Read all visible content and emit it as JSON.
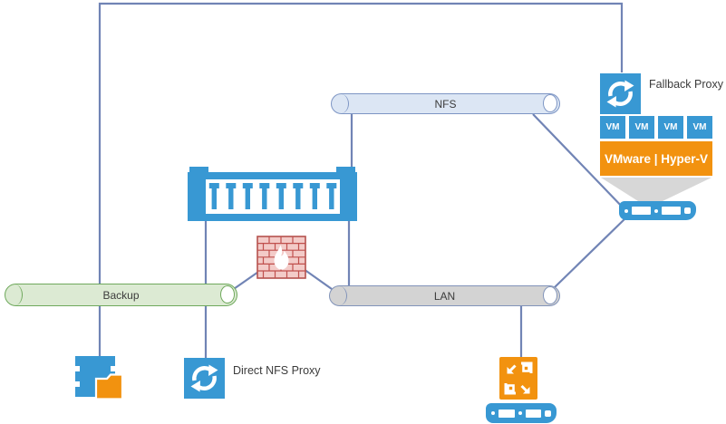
{
  "diagram_type": "backup-infrastructure-network-diagram",
  "colors": {
    "accent_blue": "#3898d3",
    "accent_orange": "#f2920f",
    "connector_line": "#7184b5",
    "nfs_pipe_fill": "#dce6f4",
    "nfs_pipe_border": "#7d95c4",
    "backup_pipe_fill": "#dcead3",
    "backup_pipe_border": "#6fa95c",
    "lan_pipe_fill": "#d3d3d3",
    "firewall_fill": "#f3cbc8",
    "firewall_brick": "#c0504d",
    "funnel_fill": "#d7d7d7",
    "label_text": "#3b3b3b"
  },
  "pipes": {
    "nfs": {
      "label": "NFS"
    },
    "backup": {
      "label": "Backup"
    },
    "lan": {
      "label": "LAN"
    }
  },
  "nodes": {
    "fallback_proxy": {
      "label": "Fallback Proxy",
      "icon": "sync-arrows-icon"
    },
    "direct_nfs_proxy": {
      "label": "Direct NFS Proxy",
      "icon": "sync-arrows-icon"
    },
    "hypervisor_cluster": {
      "vms": [
        "VM",
        "VM",
        "VM",
        "VM"
      ],
      "banner": "VMware | Hyper-V"
    },
    "esxi_host": {
      "icon": "server-icon"
    },
    "nas_storage_array": {
      "icon": "storage-array-icon"
    },
    "firewall": {
      "icon": "firewall-icon"
    },
    "backup_repository": {
      "icon": "repository-folder-icon"
    },
    "backup_server": {
      "icon": "backup-server-icon"
    },
    "lan_host": {
      "icon": "server-icon"
    }
  },
  "connections": [
    "Backup pipe -> Fallback Proxy (routed over top edge)",
    "Backup pipe -> backup repository",
    "NAS storage array -> Direct NFS Proxy (crosses Backup pipe)",
    "NFS pipe -> NAS storage array",
    "NAS storage array -> LAN pipe",
    "Backup pipe end -> firewall",
    "firewall -> LAN pipe end",
    "NFS pipe end -> ESXi host server",
    "LAN pipe end -> ESXi host server",
    "LAN pipe -> backup server -> LAN host server"
  ]
}
